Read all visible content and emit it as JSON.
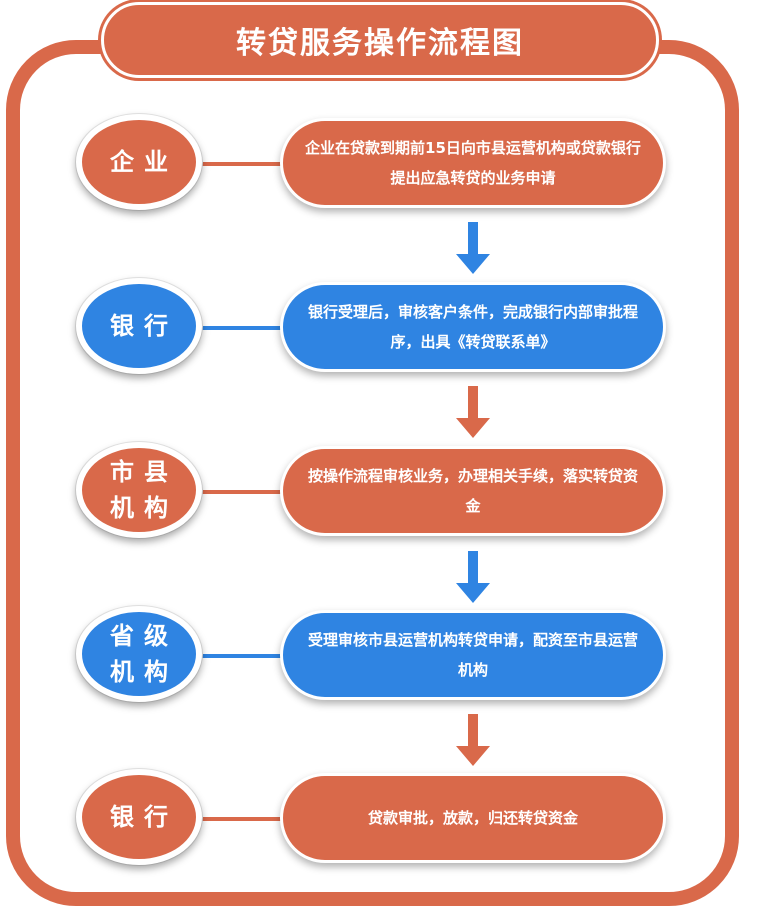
{
  "title": "转贷服务操作流程图",
  "colors": {
    "orange": "#d9694a",
    "blue": "#2f84e2"
  },
  "steps": [
    {
      "actor": "企业",
      "text": "企业在贷款到期前15日向市县运营机构或贷款银行提出应急转贷的业务申请",
      "color": "orange"
    },
    {
      "actor": "银行",
      "text": "银行受理后，审核客户条件，完成银行内部审批程序，出具《转贷联系单》",
      "color": "blue"
    },
    {
      "actor": "市县\n机构",
      "text": "按操作流程审核业务，办理相关手续，落实转贷资金",
      "color": "orange"
    },
    {
      "actor": "省级\n机构",
      "text": "受理审核市县运营机构转贷申请，配资至市县运营机构",
      "color": "blue"
    },
    {
      "actor": "银行",
      "text": "贷款审批，放款，归还转贷资金",
      "color": "orange"
    }
  ],
  "arrows": [
    "blue",
    "orange",
    "blue",
    "orange"
  ]
}
